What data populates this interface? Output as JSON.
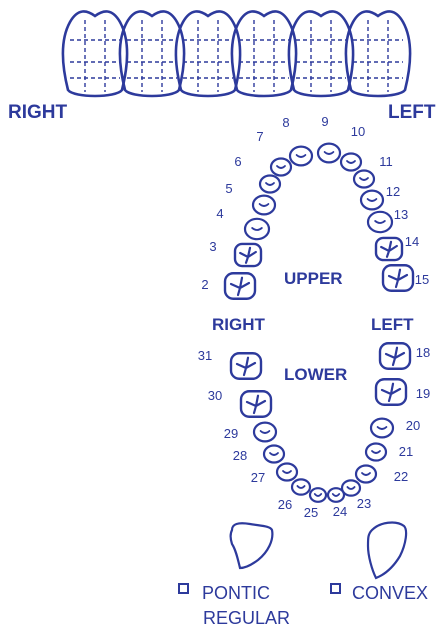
{
  "colors": {
    "ink": "#2d3a9c",
    "paper": "#ffffff"
  },
  "front_view": {
    "right_label": "RIGHT",
    "left_label": "LEFT"
  },
  "arch": {
    "upper_label": "UPPER",
    "lower_label": "LOWER",
    "right_label": "RIGHT",
    "left_label": "LEFT",
    "teeth_numbers": [
      "2",
      "3",
      "4",
      "5",
      "6",
      "7",
      "8",
      "9",
      "10",
      "11",
      "12",
      "13",
      "14",
      "15",
      "18",
      "19",
      "20",
      "21",
      "22",
      "23",
      "24",
      "25",
      "26",
      "27",
      "28",
      "29",
      "30",
      "31"
    ]
  },
  "options": {
    "pontic_label": "PONTIC",
    "regular_label": "REGULAR",
    "convex_label": "CONVEX",
    "pontic_checked": false,
    "convex_checked": false
  }
}
